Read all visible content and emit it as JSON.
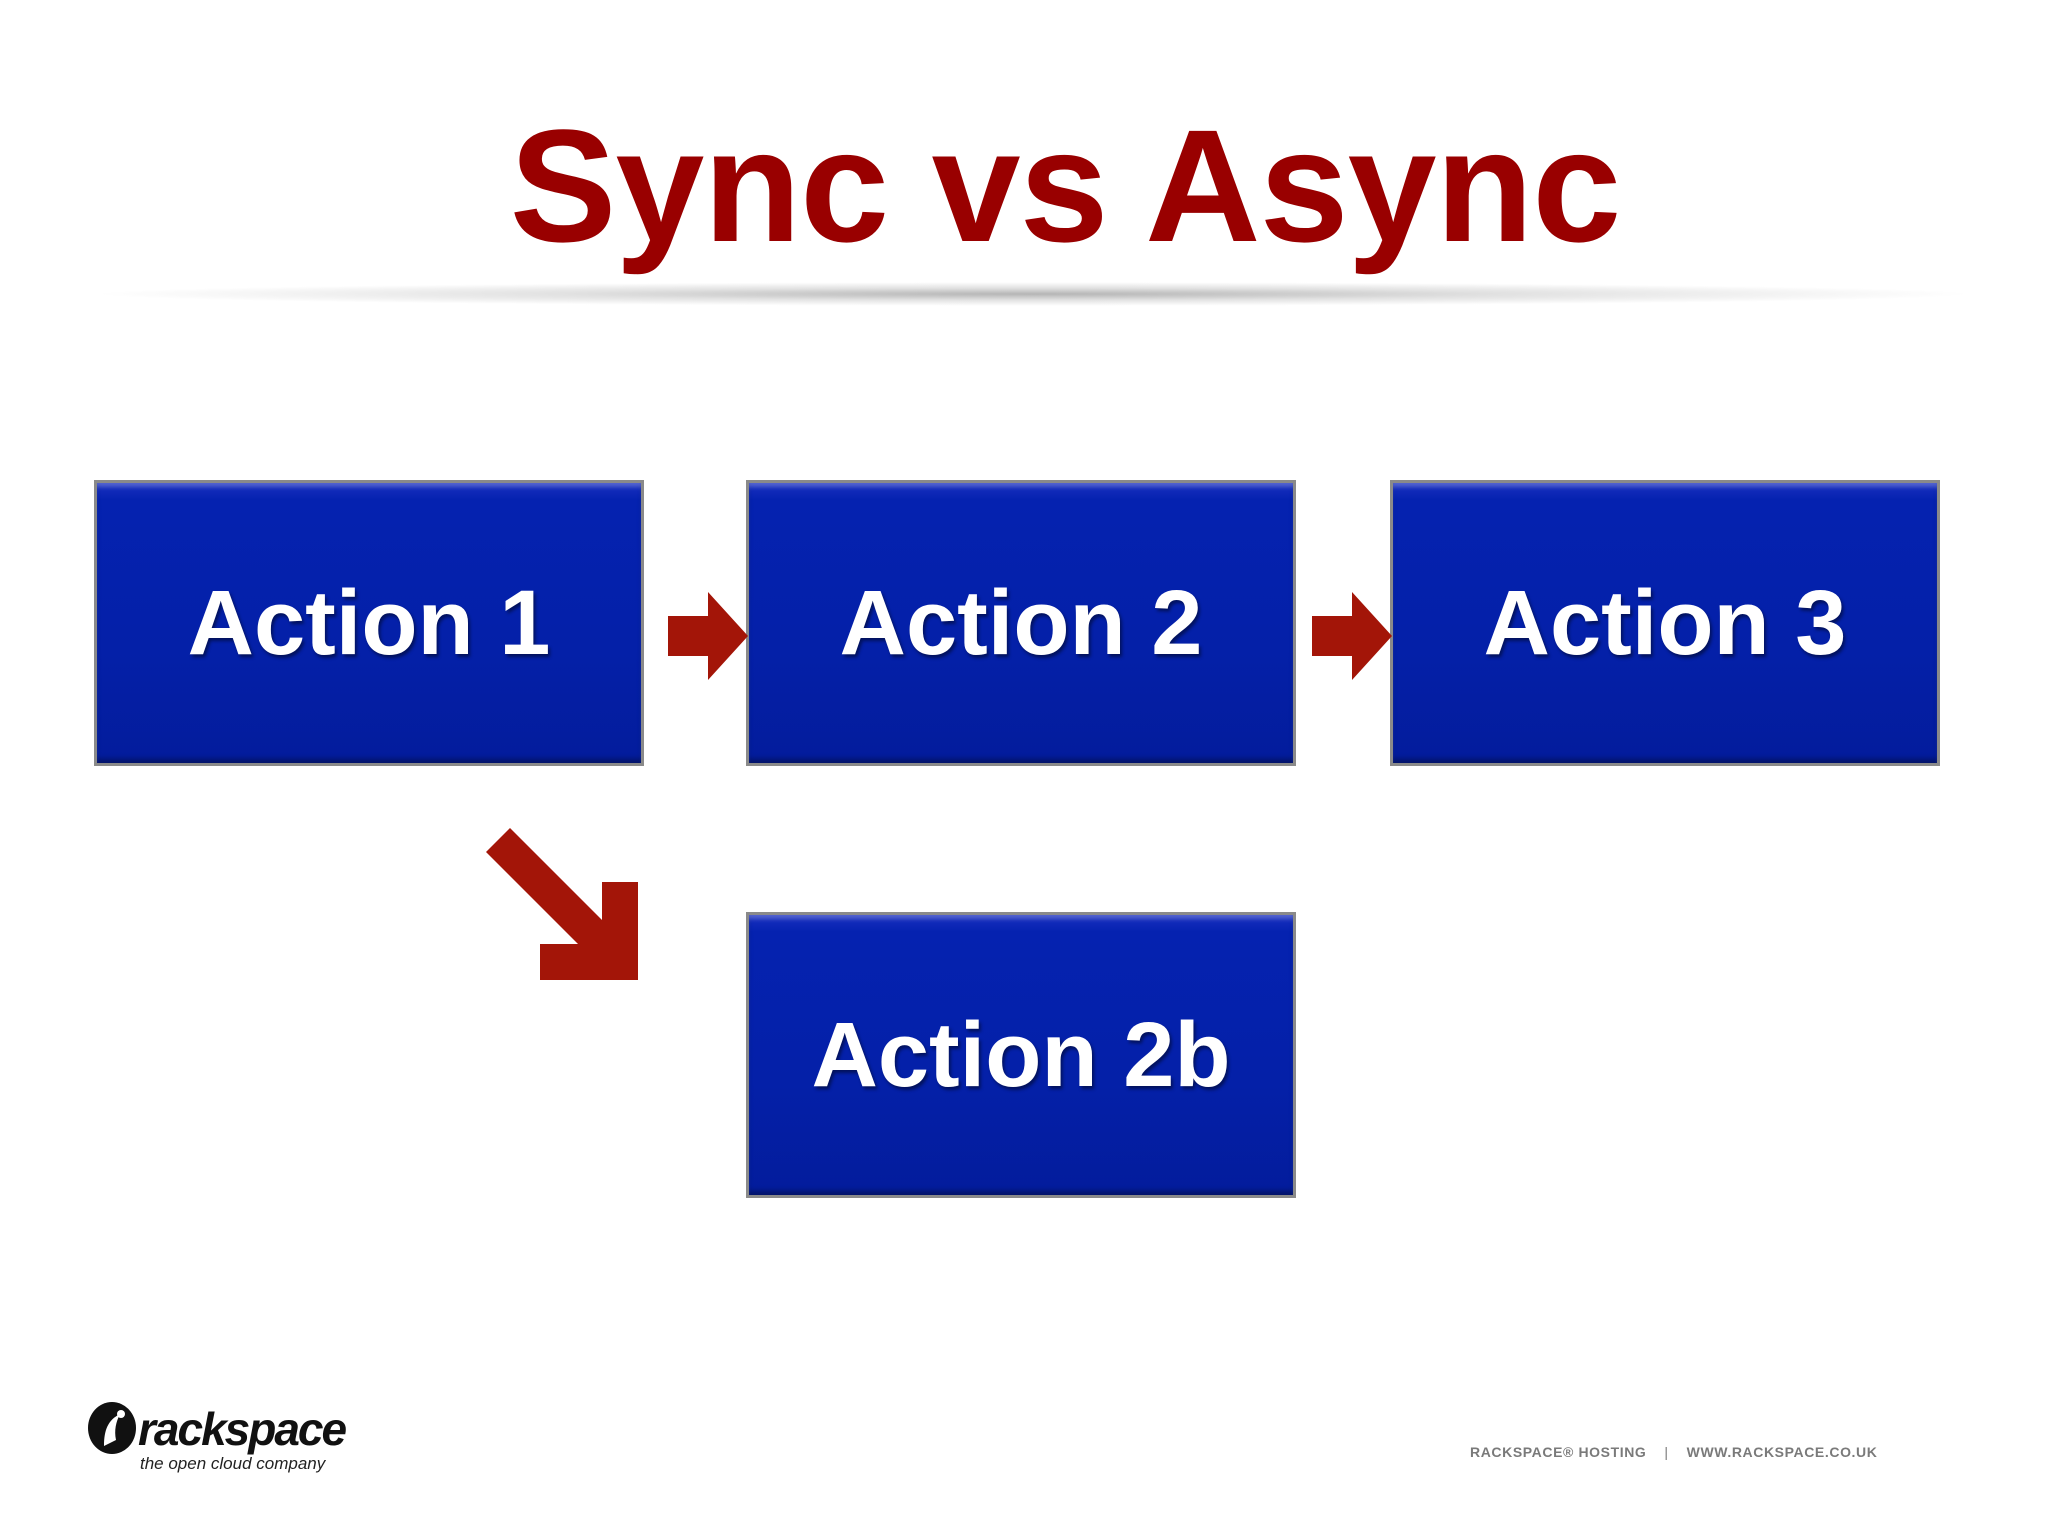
{
  "slide": {
    "title": "Sync vs Async"
  },
  "diagram": {
    "nodes": [
      {
        "id": "action1",
        "label": "Action 1"
      },
      {
        "id": "action2",
        "label": "Action 2"
      },
      {
        "id": "action3",
        "label": "Action 3"
      },
      {
        "id": "action2b",
        "label": "Action 2b"
      }
    ],
    "edges": [
      {
        "from": "action1",
        "to": "action2"
      },
      {
        "from": "action2",
        "to": "action3"
      },
      {
        "from": "action1",
        "to": "action2b"
      }
    ],
    "colors": {
      "title": "#990000",
      "box_fill": "#0420a8",
      "box_border": "#8a8a8a",
      "arrow": "#a31508",
      "box_text": "#ffffff"
    }
  },
  "branding": {
    "logo_word": "rackspace",
    "logo_tagline": "the open cloud company",
    "footer_company": "RACKSPACE® HOSTING",
    "footer_separator": "|",
    "footer_url": "WWW.RACKSPACE.CO.UK"
  }
}
